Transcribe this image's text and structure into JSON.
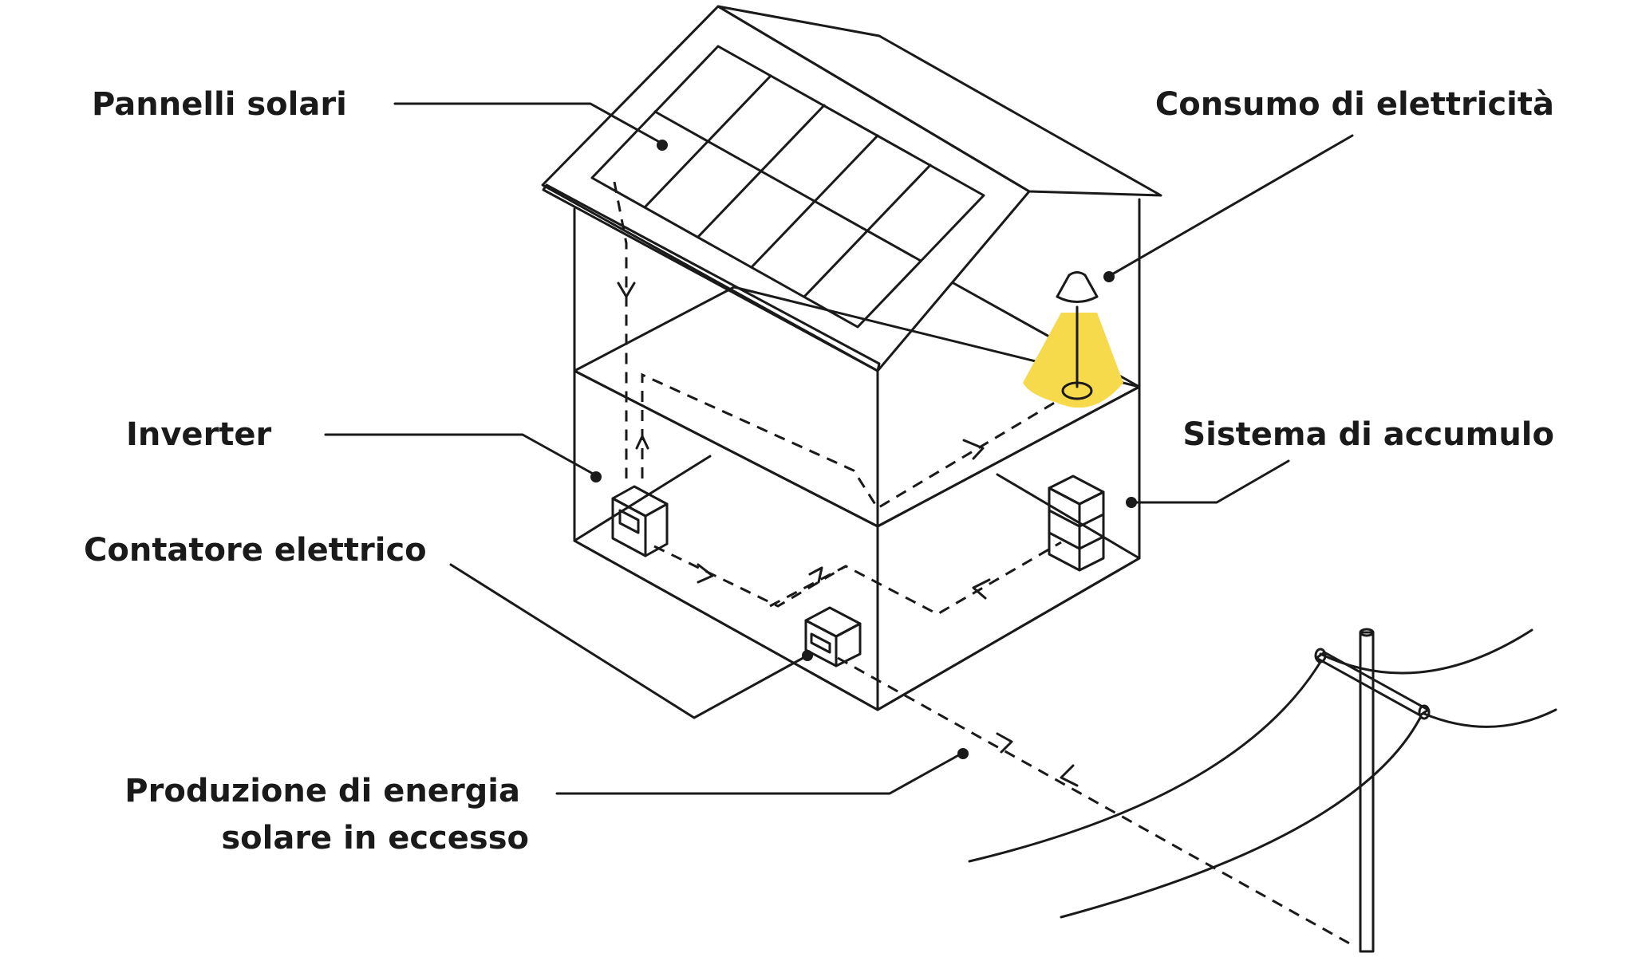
{
  "labels": {
    "solar_panels": "Pannelli solari",
    "electricity_consumption": "Consumo di elettricità",
    "inverter": "Inverter",
    "storage_system": "Sistema di accumulo",
    "electric_meter": "Contatore elettrico",
    "excess_production_line1": "Produzione di energia",
    "excess_production_line2": "solare in eccesso"
  },
  "colors": {
    "line": "#1a1a1a",
    "interior_fill": "#efefef",
    "panel_fill": "#e4e4e4",
    "inverter_blue": "#1f4ea3",
    "meter_yellow": "#f5d63f",
    "lamp_light_yellow": "#f7d94c"
  },
  "icons": [
    "solar-panel-icon",
    "lamp-icon",
    "inverter-icon",
    "battery-icon",
    "meter-icon",
    "utility-pole-icon"
  ]
}
